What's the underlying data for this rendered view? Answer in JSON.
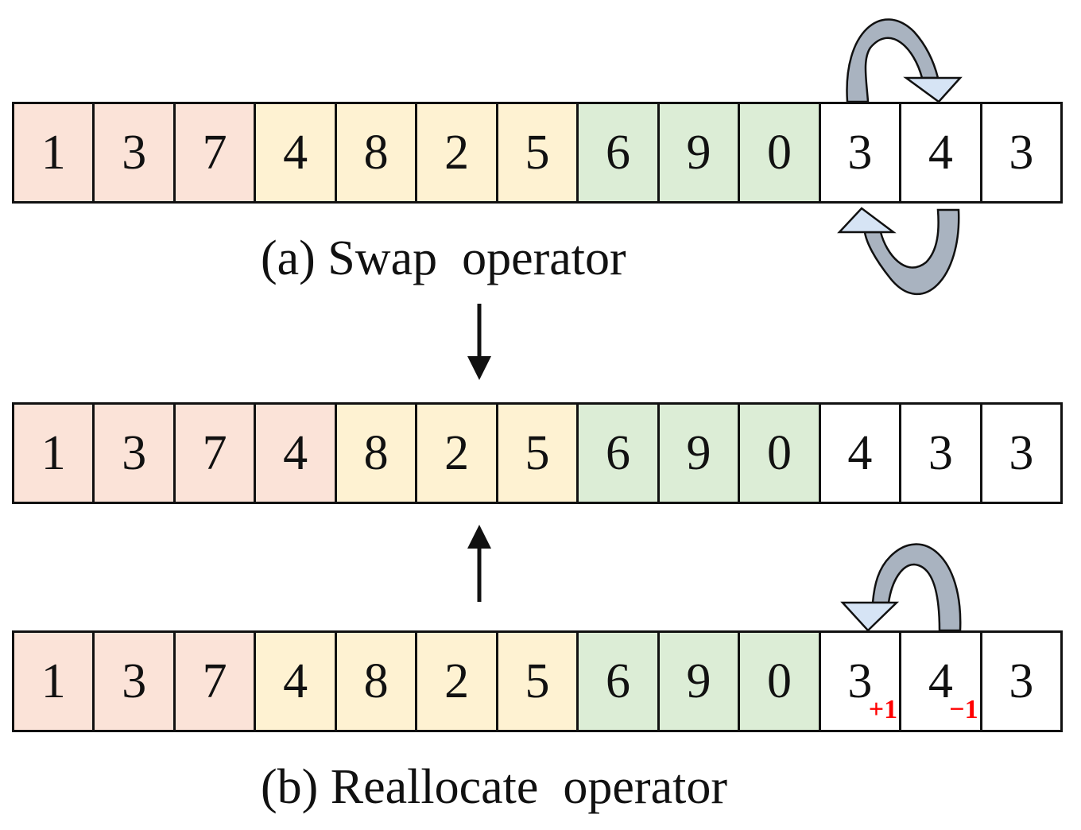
{
  "colors": {
    "group_1": "#fbe3d8",
    "group_2": "#fef2d2",
    "group_3": "#dcedd6",
    "group_4": "#ffffff",
    "arrow_dark": "#a9b3c0",
    "arrow_light": "#d6e4f5",
    "mark": "#ff0000"
  },
  "rows": [
    {
      "cells": [
        {
          "v": "1",
          "g": "r"
        },
        {
          "v": "3",
          "g": "r"
        },
        {
          "v": "7",
          "g": "r"
        },
        {
          "v": "4",
          "g": "y"
        },
        {
          "v": "8",
          "g": "y"
        },
        {
          "v": "2",
          "g": "y"
        },
        {
          "v": "5",
          "g": "y"
        },
        {
          "v": "6",
          "g": "g"
        },
        {
          "v": "9",
          "g": "g"
        },
        {
          "v": "0",
          "g": "g"
        },
        {
          "v": "3",
          "g": "w"
        },
        {
          "v": "4",
          "g": "w"
        },
        {
          "v": "3",
          "g": "w"
        }
      ]
    },
    {
      "cells": [
        {
          "v": "1",
          "g": "r"
        },
        {
          "v": "3",
          "g": "r"
        },
        {
          "v": "7",
          "g": "r"
        },
        {
          "v": "4",
          "g": "r"
        },
        {
          "v": "8",
          "g": "y"
        },
        {
          "v": "2",
          "g": "y"
        },
        {
          "v": "5",
          "g": "y"
        },
        {
          "v": "6",
          "g": "g"
        },
        {
          "v": "9",
          "g": "g"
        },
        {
          "v": "0",
          "g": "g"
        },
        {
          "v": "4",
          "g": "w"
        },
        {
          "v": "3",
          "g": "w"
        },
        {
          "v": "3",
          "g": "w"
        }
      ]
    },
    {
      "cells": [
        {
          "v": "1",
          "g": "r"
        },
        {
          "v": "3",
          "g": "r"
        },
        {
          "v": "7",
          "g": "r"
        },
        {
          "v": "4",
          "g": "y"
        },
        {
          "v": "8",
          "g": "y"
        },
        {
          "v": "2",
          "g": "y"
        },
        {
          "v": "5",
          "g": "y"
        },
        {
          "v": "6",
          "g": "g"
        },
        {
          "v": "9",
          "g": "g"
        },
        {
          "v": "0",
          "g": "g"
        },
        {
          "v": "3",
          "g": "w",
          "mark": "+1"
        },
        {
          "v": "4",
          "g": "w",
          "mark": "−1"
        },
        {
          "v": "3",
          "g": "w"
        }
      ]
    }
  ],
  "captions": {
    "swap": "(a) Swap  operator",
    "reallocate": "(b) Reallocate  operator"
  }
}
